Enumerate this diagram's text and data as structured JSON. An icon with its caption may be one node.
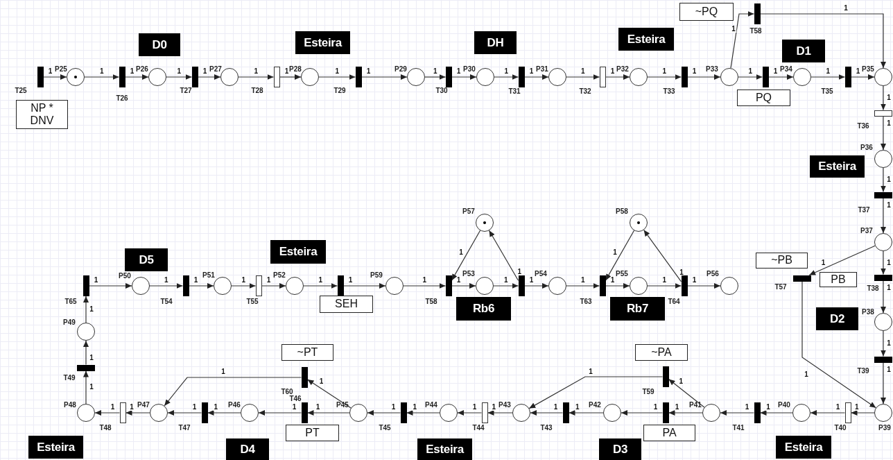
{
  "diagram": {
    "nodes": [
      {
        "text": [],
        "shape": "bar",
        "beside": [
          "T25"
        ]
      },
      {
        "text": [],
        "shape": "circle",
        "beside": [
          "P25"
        ]
      },
      {
        "text": [],
        "shape": "bar",
        "beside": [
          "T26"
        ]
      },
      {
        "text": [],
        "shape": "circle",
        "beside": [
          "P26"
        ]
      },
      {
        "text": [],
        "shape": "bar",
        "beside": [
          "T27"
        ]
      },
      {
        "text": [],
        "shape": "circle",
        "beside": [
          "P27"
        ]
      },
      {
        "text": [],
        "shape": "box",
        "beside": [
          "T28"
        ]
      },
      {
        "text": [],
        "shape": "circle",
        "beside": [
          "P28"
        ]
      },
      {
        "text": [],
        "shape": "bar",
        "beside": [
          "T29"
        ]
      },
      {
        "text": [],
        "shape": "circle",
        "beside": [
          "P29"
        ]
      },
      {
        "text": [],
        "shape": "bar",
        "beside": [
          "T30"
        ]
      },
      {
        "text": [],
        "shape": "circle",
        "beside": [
          "P30"
        ]
      },
      {
        "text": [],
        "shape": "bar",
        "beside": [
          "T31"
        ]
      },
      {
        "text": [],
        "shape": "circle",
        "beside": [
          "P31"
        ]
      },
      {
        "text": [],
        "shape": "box",
        "beside": [
          "T32"
        ]
      },
      {
        "text": [],
        "shape": "circle",
        "beside": [
          "P32"
        ]
      },
      {
        "text": [],
        "shape": "bar",
        "beside": [
          "T33"
        ]
      },
      {
        "text": [],
        "shape": "circle",
        "beside": [
          "P33"
        ]
      },
      {
        "text": [],
        "shape": "bar"
      },
      {
        "text": [],
        "shape": "circle",
        "beside": [
          "P34"
        ]
      },
      {
        "text": [],
        "shape": "bar",
        "beside": [
          "T35"
        ]
      },
      {
        "text": [],
        "shape": "circle",
        "beside": [
          "P35"
        ]
      },
      {
        "text": [],
        "shape": "bar",
        "beside": [
          "T58"
        ]
      },
      {
        "text": [],
        "shape": "box",
        "beside": [
          "T36"
        ]
      },
      {
        "text": [],
        "shape": "circle",
        "beside": [
          "P36"
        ]
      },
      {
        "text": [],
        "shape": "bar",
        "beside": [
          "T37"
        ]
      },
      {
        "text": [],
        "shape": "circle",
        "beside": [
          "P37"
        ]
      },
      {
        "text": [],
        "shape": "bar",
        "beside": [
          "T38"
        ]
      },
      {
        "text": [],
        "shape": "circle",
        "beside": [
          "P38"
        ]
      },
      {
        "text": [],
        "shape": "bar",
        "beside": [
          "T39"
        ]
      },
      {
        "text": [],
        "shape": "bar",
        "beside": [
          "T57"
        ]
      },
      {
        "text": [],
        "shape": "circle",
        "beside": [
          "P39"
        ]
      },
      {
        "text": [],
        "shape": "box",
        "beside": [
          "T40"
        ]
      },
      {
        "text": [],
        "shape": "circle",
        "beside": [
          "P40"
        ]
      },
      {
        "text": [],
        "shape": "bar",
        "beside": [
          "T41"
        ]
      },
      {
        "text": [],
        "shape": "circle",
        "beside": [
          "P41"
        ]
      },
      {
        "text": [],
        "shape": "bar"
      },
      {
        "text": [],
        "shape": "bar",
        "beside": [
          "T59"
        ]
      },
      {
        "text": [],
        "shape": "circle",
        "beside": [
          "P42"
        ]
      },
      {
        "text": [],
        "shape": "bar",
        "beside": [
          "T43"
        ]
      },
      {
        "text": [],
        "shape": "circle",
        "beside": [
          "P43"
        ]
      },
      {
        "text": [],
        "shape": "box",
        "beside": [
          "T44"
        ]
      },
      {
        "text": [],
        "shape": "circle",
        "beside": [
          "P44"
        ]
      },
      {
        "text": [],
        "shape": "bar",
        "beside": [
          "T45"
        ]
      },
      {
        "text": [],
        "shape": "circle",
        "beside": [
          "P45"
        ]
      },
      {
        "text": [],
        "shape": "bar",
        "beside": [
          "T46"
        ]
      },
      {
        "text": [],
        "shape": "bar",
        "beside": [
          "T60"
        ]
      },
      {
        "text": [],
        "shape": "circle",
        "beside": [
          "P46"
        ]
      },
      {
        "text": [],
        "shape": "bar",
        "beside": [
          "T47"
        ]
      },
      {
        "text": [],
        "shape": "circle",
        "beside": [
          "P47"
        ]
      },
      {
        "text": [],
        "shape": "box",
        "beside": [
          "T48"
        ]
      },
      {
        "text": [],
        "shape": "circle",
        "beside": [
          "P48"
        ]
      },
      {
        "text": [],
        "shape": "bar",
        "beside": [
          "T49"
        ]
      },
      {
        "text": [],
        "shape": "circle",
        "beside": [
          "P49"
        ]
      },
      {
        "text": [],
        "shape": "bar",
        "beside": [
          "T65"
        ]
      },
      {
        "text": [],
        "shape": "circle",
        "beside": [
          "P50"
        ]
      },
      {
        "text": [],
        "shape": "bar",
        "beside": [
          "T54"
        ]
      },
      {
        "text": [],
        "shape": "circle",
        "beside": [
          "P51"
        ]
      },
      {
        "text": [],
        "shape": "box",
        "beside": [
          "T55"
        ]
      },
      {
        "text": [],
        "shape": "circle",
        "beside": [
          "P52"
        ]
      },
      {
        "text": [],
        "shape": "bar"
      },
      {
        "text": [],
        "shape": "circle",
        "beside": [
          "P59"
        ]
      },
      {
        "text": [],
        "shape": "bar",
        "beside": [
          "T58"
        ]
      },
      {
        "text": [],
        "shape": "circle",
        "beside": [
          "P57"
        ]
      },
      {
        "text": [],
        "shape": "circle",
        "beside": [
          "P53"
        ]
      },
      {
        "text": [],
        "shape": "bar"
      },
      {
        "text": [],
        "shape": "circle",
        "beside": [
          "P54"
        ]
      },
      {
        "text": [],
        "shape": "bar",
        "beside": [
          "T63"
        ]
      },
      {
        "text": [],
        "shape": "circle",
        "beside": [
          "P58"
        ]
      },
      {
        "text": [],
        "shape": "circle",
        "beside": [
          "P55"
        ]
      },
      {
        "text": [],
        "shape": "bar",
        "beside": [
          "T64"
        ]
      },
      {
        "text": [],
        "shape": "circle",
        "beside": [
          "P56"
        ]
      },
      {
        "text": [
          "NP * DNV"
        ]
      },
      {
        "text": [
          "D0"
        ]
      },
      {
        "text": [
          "Esteira"
        ]
      },
      {
        "text": [
          "DH"
        ]
      },
      {
        "text": [
          "Esteira"
        ]
      },
      {
        "text": [
          "~PQ"
        ]
      },
      {
        "text": [
          "D1"
        ]
      },
      {
        "text": [
          "PQ"
        ]
      },
      {
        "text": [
          "Esteira"
        ]
      },
      {
        "text": [
          "~PB"
        ]
      },
      {
        "text": [
          "PB"
        ]
      },
      {
        "text": [
          "D2"
        ]
      },
      {
        "text": [
          "D5"
        ]
      },
      {
        "text": [
          "Esteira"
        ]
      },
      {
        "text": [
          "SEH"
        ]
      },
      {
        "text": [
          "Rb6"
        ]
      },
      {
        "text": [
          "Rb7"
        ]
      },
      {
        "text": [
          "~PT"
        ]
      },
      {
        "text": [
          "~PA"
        ]
      },
      {
        "text": [
          "PT"
        ]
      },
      {
        "text": [
          "PA"
        ]
      },
      {
        "text": [
          "Esteira"
        ]
      },
      {
        "text": [
          "D4"
        ]
      },
      {
        "text": [
          "Esteira"
        ]
      },
      {
        "text": [
          "D3"
        ]
      },
      {
        "text": [
          "Esteira"
        ]
      }
    ],
    "edges": [
      {
        "from": 0,
        "to": 1,
        "arrow": "to",
        "label": "1"
      },
      {
        "from": 1,
        "to": 2,
        "arrow": "to",
        "label": "1"
      },
      {
        "from": 2,
        "to": 3,
        "arrow": "to",
        "label": "1"
      },
      {
        "from": 3,
        "to": 4,
        "arrow": "to",
        "label": "1"
      },
      {
        "from": 4,
        "to": 5,
        "arrow": "to",
        "label": "1"
      },
      {
        "from": 5,
        "to": 6,
        "arrow": "to",
        "label": "1"
      },
      {
        "from": 6,
        "to": 7,
        "arrow": "to",
        "label": "1"
      },
      {
        "from": 7,
        "to": 8,
        "arrow": "to",
        "label": "1"
      },
      {
        "from": 8,
        "to": 9,
        "arrow": "to",
        "label": "1"
      },
      {
        "from": 9,
        "to": 10,
        "arrow": "to",
        "label": "1"
      },
      {
        "from": 10,
        "to": 11,
        "arrow": "to",
        "label": "1"
      },
      {
        "from": 11,
        "to": 12,
        "arrow": "to",
        "label": "1"
      },
      {
        "from": 12,
        "to": 13,
        "arrow": "to",
        "label": "1"
      },
      {
        "from": 13,
        "to": 14,
        "arrow": "to",
        "label": "1"
      },
      {
        "from": 14,
        "to": 15,
        "arrow": "to",
        "label": "1"
      },
      {
        "from": 15,
        "to": 16,
        "arrow": "to",
        "label": "1"
      },
      {
        "from": 16,
        "to": 17,
        "arrow": "to",
        "label": "1"
      },
      {
        "from": 17,
        "to": 18,
        "arrow": "to",
        "label": "1"
      },
      {
        "from": 18,
        "to": 19,
        "arrow": "to",
        "label": "1"
      },
      {
        "from": 19,
        "to": 20,
        "arrow": "to",
        "label": "1"
      },
      {
        "from": 20,
        "to": 21,
        "arrow": "to",
        "label": "1"
      },
      {
        "from": 17,
        "to": 22,
        "arrow": "to",
        "label": "1"
      },
      {
        "from": 22,
        "to": 21,
        "arrow": "to",
        "label": "1"
      },
      {
        "from": 21,
        "to": 23,
        "arrow": "to",
        "label": "1"
      },
      {
        "from": 23,
        "to": 24,
        "arrow": "to",
        "label": "1"
      },
      {
        "from": 24,
        "to": 25,
        "arrow": "to",
        "label": "1"
      },
      {
        "from": 25,
        "to": 26,
        "arrow": "to",
        "label": "1"
      },
      {
        "from": 26,
        "to": 27,
        "arrow": "to",
        "label": "1"
      },
      {
        "from": 27,
        "to": 28,
        "arrow": "to",
        "label": "1"
      },
      {
        "from": 28,
        "to": 29,
        "arrow": "to",
        "label": "1"
      },
      {
        "from": 29,
        "to": 31,
        "arrow": "to",
        "label": "1"
      },
      {
        "from": 26,
        "to": 30,
        "arrow": "to",
        "label": "1"
      },
      {
        "from": 30,
        "to": 31,
        "arrow": "to",
        "label": "1"
      },
      {
        "from": 31,
        "to": 32,
        "arrow": "to",
        "label": "1"
      },
      {
        "from": 32,
        "to": 33,
        "arrow": "to",
        "label": "1"
      },
      {
        "from": 33,
        "to": 34,
        "arrow": "to",
        "label": "1"
      },
      {
        "from": 34,
        "to": 35,
        "arrow": "to",
        "label": "1"
      },
      {
        "from": 35,
        "to": 36,
        "arrow": "to",
        "label": "1"
      },
      {
        "from": 36,
        "to": 38,
        "arrow": "to",
        "label": "1"
      },
      {
        "from": 35,
        "to": 37,
        "arrow": "to",
        "label": "1"
      },
      {
        "from": 37,
        "to": 40,
        "arrow": "to",
        "label": "1"
      },
      {
        "from": 38,
        "to": 39,
        "arrow": "to",
        "label": "1"
      },
      {
        "from": 39,
        "to": 40,
        "arrow": "to",
        "label": "1"
      },
      {
        "from": 40,
        "to": 41,
        "arrow": "to",
        "label": "1"
      },
      {
        "from": 41,
        "to": 42,
        "arrow": "to",
        "label": "1"
      },
      {
        "from": 42,
        "to": 43,
        "arrow": "to",
        "label": "1"
      },
      {
        "from": 43,
        "to": 44,
        "arrow": "to",
        "label": "1"
      },
      {
        "from": 44,
        "to": 45,
        "arrow": "to",
        "label": "1"
      },
      {
        "from": 45,
        "to": 47,
        "arrow": "to",
        "label": "1"
      },
      {
        "from": 44,
        "to": 46,
        "arrow": "to",
        "label": "1"
      },
      {
        "from": 46,
        "to": 49,
        "arrow": "to",
        "label": "1"
      },
      {
        "from": 47,
        "to": 48,
        "arrow": "to",
        "label": "1"
      },
      {
        "from": 48,
        "to": 49,
        "arrow": "to",
        "label": "1"
      },
      {
        "from": 49,
        "to": 50,
        "arrow": "to",
        "label": "1"
      },
      {
        "from": 50,
        "to": 51,
        "arrow": "to",
        "label": "1"
      },
      {
        "from": 51,
        "to": 52,
        "arrow": "to",
        "label": "1"
      },
      {
        "from": 52,
        "to": 53,
        "arrow": "to",
        "label": "1"
      },
      {
        "from": 53,
        "to": 54,
        "arrow": "to",
        "label": "1"
      },
      {
        "from": 54,
        "to": 55,
        "arrow": "to",
        "label": "1"
      },
      {
        "from": 55,
        "to": 56,
        "arrow": "to",
        "label": "1"
      },
      {
        "from": 56,
        "to": 57,
        "arrow": "to",
        "label": "1"
      },
      {
        "from": 57,
        "to": 58,
        "arrow": "to",
        "label": "1"
      },
      {
        "from": 58,
        "to": 59,
        "arrow": "to",
        "label": "1"
      },
      {
        "from": 59,
        "to": 60,
        "arrow": "to",
        "label": "1"
      },
      {
        "from": 60,
        "to": 61,
        "arrow": "to",
        "label": "1"
      },
      {
        "from": 61,
        "to": 62,
        "arrow": "to",
        "label": "1"
      },
      {
        "from": 62,
        "to": 64,
        "arrow": "to",
        "label": "1"
      },
      {
        "from": 63,
        "to": 62,
        "arrow": "to",
        "label": "1"
      },
      {
        "from": 64,
        "to": 65,
        "arrow": "to",
        "label": "1"
      },
      {
        "from": 65,
        "to": 63,
        "arrow": "to",
        "label": "1"
      },
      {
        "from": 65,
        "to": 66,
        "arrow": "to",
        "label": "1"
      },
      {
        "from": 66,
        "to": 67,
        "arrow": "to",
        "label": "1"
      },
      {
        "from": 67,
        "to": 69,
        "arrow": "to",
        "label": "1"
      },
      {
        "from": 68,
        "to": 67,
        "arrow": "to",
        "label": "1"
      },
      {
        "from": 69,
        "to": 70,
        "arrow": "to",
        "label": "1"
      },
      {
        "from": 70,
        "to": 68,
        "arrow": "to",
        "label": "1"
      },
      {
        "from": 70,
        "to": 71,
        "arrow": "to",
        "label": "1"
      }
    ]
  }
}
